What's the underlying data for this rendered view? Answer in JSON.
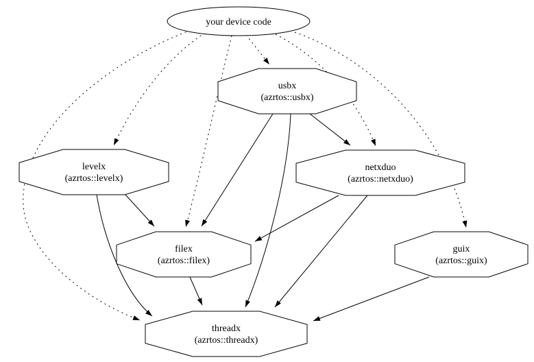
{
  "diagram": {
    "type": "dependency-graph",
    "background_color": "#ffffff",
    "line_color": "#000000",
    "nodes": {
      "device": {
        "label": "your device code",
        "shape": "ellipse"
      },
      "usbx": {
        "label": "usbx",
        "sublabel": "(azrtos::usbx)",
        "shape": "octagon"
      },
      "levelx": {
        "label": "levelx",
        "sublabel": "(azrtos::levelx)",
        "shape": "octagon"
      },
      "netxduo": {
        "label": "netxduo",
        "sublabel": "(azrtos::netxduo)",
        "shape": "octagon"
      },
      "filex": {
        "label": "filex",
        "sublabel": "(azrtos::filex)",
        "shape": "octagon"
      },
      "guix": {
        "label": "guix",
        "sublabel": "(azrtos::guix)",
        "shape": "octagon"
      },
      "threadx": {
        "label": "threadx",
        "sublabel": "(azrtos::threadx)",
        "shape": "octagon"
      }
    },
    "edges": [
      {
        "from": "your device code",
        "to": "usbx",
        "style": "dotted"
      },
      {
        "from": "your device code",
        "to": "levelx",
        "style": "dotted"
      },
      {
        "from": "your device code",
        "to": "netxduo",
        "style": "dotted"
      },
      {
        "from": "your device code",
        "to": "filex",
        "style": "dotted"
      },
      {
        "from": "your device code",
        "to": "guix",
        "style": "dotted"
      },
      {
        "from": "your device code",
        "to": "threadx",
        "style": "dotted"
      },
      {
        "from": "usbx",
        "to": "netxduo",
        "style": "solid"
      },
      {
        "from": "usbx",
        "to": "filex",
        "style": "solid"
      },
      {
        "from": "usbx",
        "to": "threadx",
        "style": "solid"
      },
      {
        "from": "levelx",
        "to": "filex",
        "style": "solid"
      },
      {
        "from": "levelx",
        "to": "threadx",
        "style": "solid"
      },
      {
        "from": "netxduo",
        "to": "filex",
        "style": "solid"
      },
      {
        "from": "netxduo",
        "to": "threadx",
        "style": "solid"
      },
      {
        "from": "filex",
        "to": "threadx",
        "style": "solid"
      },
      {
        "from": "guix",
        "to": "threadx",
        "style": "solid"
      }
    ]
  }
}
